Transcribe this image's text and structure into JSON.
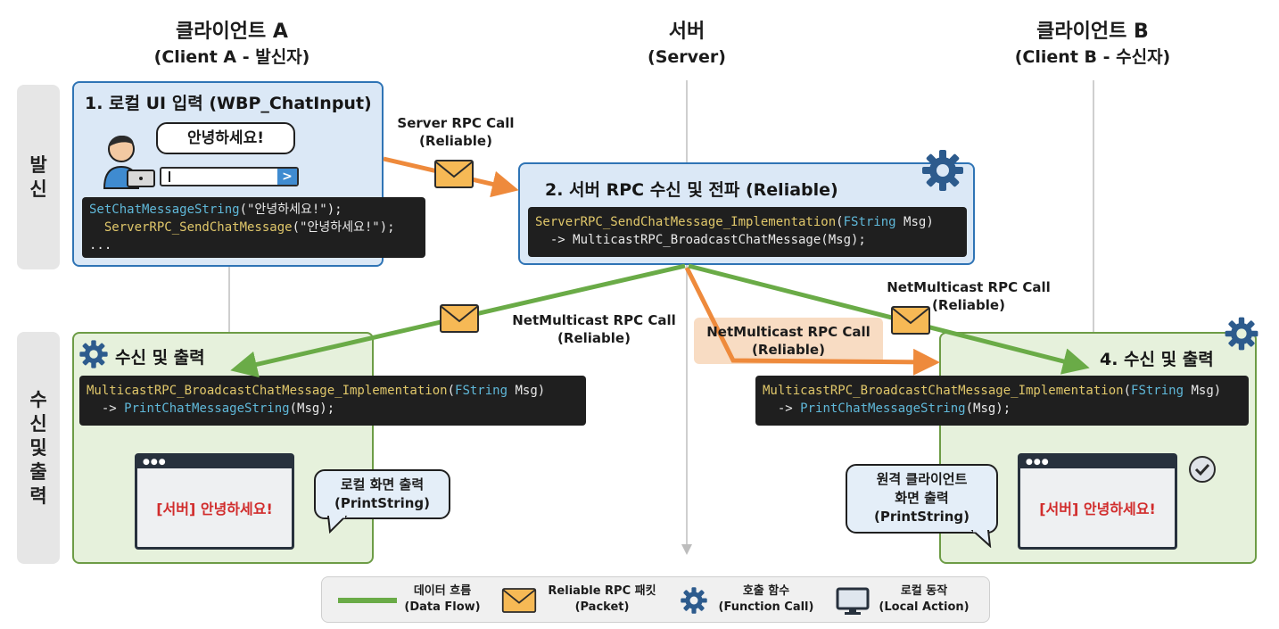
{
  "columns": {
    "client_a": {
      "title": "클라이언트 A",
      "subtitle": "(Client A - 발신자)"
    },
    "server": {
      "title": "서버",
      "subtitle": "(Server)"
    },
    "client_b": {
      "title": "클라이언트 B",
      "subtitle": "(Client B - 수신자)"
    }
  },
  "rows": {
    "send": {
      "line1": "발",
      "line2": "신"
    },
    "receive": {
      "line1": "수",
      "line2": "신",
      "line3": "및",
      "line4": "출",
      "line5": "력"
    }
  },
  "step1": {
    "title": "1. 로컬 UI 입력 (WBP_ChatInput)",
    "bubble": "안녕하세요!",
    "input_value": "",
    "send_symbol": ">",
    "code": {
      "l1_fn": "SetChatMessageString",
      "l1_rest": "(\"안녕하세요!\");",
      "l2_fn": "ServerRPC_SendChatMessage",
      "l2_rest": "(\"안녕하세요!\");",
      "l3": "..."
    }
  },
  "step2": {
    "title": "2. 서버 RPC 수신 및 전파 (Reliable)",
    "code": {
      "l1_fn": "ServerRPC_SendChatMessage_Implementation",
      "l1_open": "(",
      "l1_type": "FString",
      "l1_rest": " Msg)",
      "l2": "  -> MulticastRPC_BroadcastChatMessage(Msg);"
    }
  },
  "step3": {
    "title": "수신 및 출력",
    "code": {
      "l1_fn": "MulticastRPC_BroadcastChatMessage_Implementation",
      "l1_open": "(",
      "l1_type": "FString",
      "l1_rest": " Msg)",
      "l2_arrow": "  -> ",
      "l2_fn": "PrintChatMessageString",
      "l2_rest": "(Msg);"
    },
    "screen_message": "[서버] 안녕하세요!",
    "bubble_line1": "로컬 화면 출력",
    "bubble_line2": "(PrintString)"
  },
  "step4": {
    "title": "4. 수신 및 출력",
    "code": {
      "l1_fn": "MulticastRPC_BroadcastChatMessage_Implementation",
      "l1_open": "(",
      "l1_type": "FString",
      "l1_rest": " Msg)",
      "l2_arrow": "  -> ",
      "l2_fn": "PrintChatMessageString",
      "l2_rest": "(Msg);"
    },
    "screen_message": "[서버] 안녕하세요!",
    "bubble_line1": "원격 클라이언트",
    "bubble_line2": "화면 출력",
    "bubble_line3": "(PrintString)"
  },
  "arrows": {
    "server_rpc": {
      "line1": "Server RPC Call",
      "line2": "(Reliable)"
    },
    "multicast_left": {
      "line1": "NetMulticast RPC Call",
      "line2": "(Reliable)"
    },
    "multicast_mid": {
      "line1": "NetMulticast RPC Call",
      "line2": "(Reliable)"
    },
    "multicast_right": {
      "line1": "NetMulticast RPC Call",
      "line2": "(Reliable)"
    }
  },
  "legend": {
    "data_flow": {
      "line1": "데이터 흐름",
      "line2": "(Data Flow)"
    },
    "packet": {
      "line1": "Reliable RPC 패킷",
      "line2": "(Packet)"
    },
    "function_call": {
      "line1": "호출 함수",
      "line2": "(Function Call)"
    },
    "local_action": {
      "line1": "로컬 동작",
      "line2": "(Local Action)"
    }
  },
  "colors": {
    "green_flow": "#6aab47",
    "orange_flow": "#ee8a3c",
    "blue_panel": "#dbe8f6",
    "green_panel": "#e6f1dc",
    "gear": "#2d5b8d",
    "envelope": "#f6b955",
    "screen_text": "#d12c2c"
  },
  "icons": {
    "user": "user-at-laptop-icon",
    "gear": "gear-icon",
    "envelope": "envelope-icon",
    "monitor": "monitor-icon",
    "check": "check-circle-icon"
  }
}
